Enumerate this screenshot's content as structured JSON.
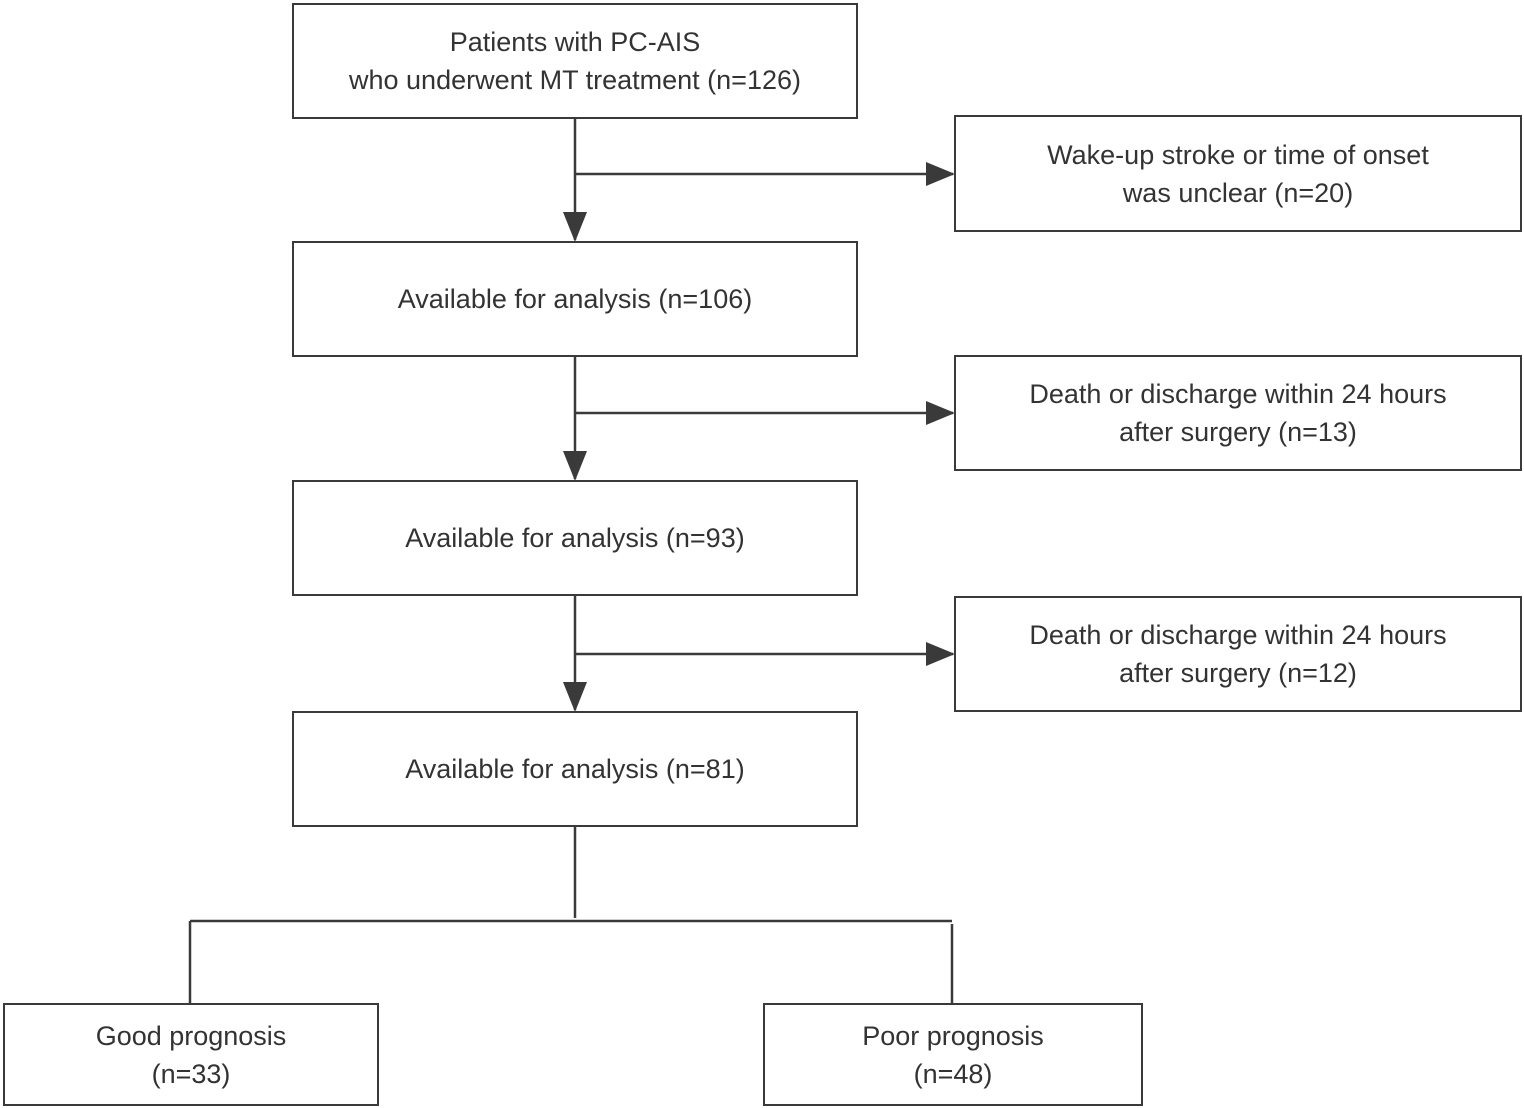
{
  "diagram": {
    "colors": {
      "line": "#3a3a3a",
      "text": "#333333",
      "background": "#ffffff"
    },
    "nodes": {
      "start": {
        "line1": "Patients with PC-AIS",
        "line2": "who underwent MT treatment (n=126)"
      },
      "exclusion_1": {
        "line1": "Wake-up stroke or time of onset",
        "line2": "was unclear (n=20)"
      },
      "available_1": {
        "line1": "Available for analysis (n=106)"
      },
      "exclusion_2": {
        "line1": "Death or discharge within 24 hours",
        "line2": "after surgery (n=13)"
      },
      "available_2": {
        "line1": "Available for analysis (n=93)"
      },
      "exclusion_3": {
        "line1": "Death or discharge within 24 hours",
        "line2": "after surgery (n=12)"
      },
      "available_3": {
        "line1": "Available for analysis (n=81)"
      },
      "good_prognosis": {
        "line1": "Good prognosis",
        "line2": "(n=33)"
      },
      "poor_prognosis": {
        "line1": "Poor prognosis",
        "line2": "(n=48)"
      }
    }
  }
}
